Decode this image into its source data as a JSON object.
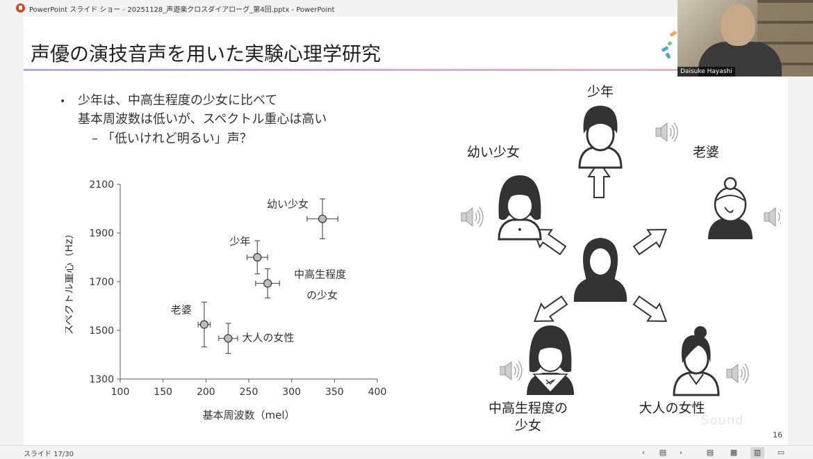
{
  "window": {
    "title": "PowerPoint スライド ショー  -  20251128_声遊楽クロスダイアローグ_第4回.pptx - PowerPoint"
  },
  "slide": {
    "title": "声優の演技音声を用いた実験心理学研究",
    "bullet_marker": "•",
    "bullet_line1": "少年は、中高生程度の少女に比べて",
    "bullet_line2": "基本周波数は低いが、スペクトル重心は高い",
    "sub_bullet": "– 「低いけれど明るい」声？",
    "page_number": "16",
    "watermark": "Sound"
  },
  "chart_data": {
    "type": "scatter",
    "xlabel": "基本周波数（mel）",
    "ylabel": "スペクトル重心（Hz）",
    "xlim": [
      100,
      400
    ],
    "ylim": [
      1300,
      2100
    ],
    "xticks": [
      "100",
      "150",
      "200",
      "250",
      "300",
      "350",
      "400"
    ],
    "yticks": [
      "1300",
      "1500",
      "1700",
      "1900",
      "2100"
    ],
    "points": [
      {
        "label": "幼い少女",
        "x": 336,
        "y": 1958,
        "xerr": 18,
        "yerr": 82
      },
      {
        "label": "少年",
        "x": 260,
        "y": 1800,
        "xerr": 12,
        "yerr": 68
      },
      {
        "label": "中高生程度の少女",
        "label_line1": "中高生程度",
        "label_line2": "の少女",
        "x": 272,
        "y": 1693,
        "xerr": 14,
        "yerr": 60
      },
      {
        "label": "老婆",
        "x": 198,
        "y": 1524,
        "xerr": 7,
        "yerr": 92
      },
      {
        "label": "大人の女性",
        "x": 226,
        "y": 1467,
        "xerr": 11,
        "yerr": 62
      }
    ]
  },
  "diagram": {
    "center": "",
    "nodes": [
      {
        "id": "boy",
        "label": "少年"
      },
      {
        "id": "young-girl",
        "label": "幼い少女"
      },
      {
        "id": "old-woman",
        "label": "老婆"
      },
      {
        "id": "teen-girl",
        "label_line1": "中高生程度の",
        "label_line2": "少女"
      },
      {
        "id": "adult-woman",
        "label": "大人の女性"
      }
    ]
  },
  "webcam": {
    "name": "Daisuke Hayashi"
  },
  "statusbar": {
    "slide_counter": "スライド 17/30",
    "prev": "‹",
    "next": "›",
    "btn_normal": "▤",
    "btn_sorter": "▦",
    "btn_reading": "▥",
    "btn_slideshow": "▭"
  },
  "colors": {
    "accent": "#b9a7d6",
    "figure_dark": "#333333",
    "figure_light": "#ffffff",
    "arrow_fill": "#ffffff",
    "marker_fill": "#bdbdbd"
  }
}
